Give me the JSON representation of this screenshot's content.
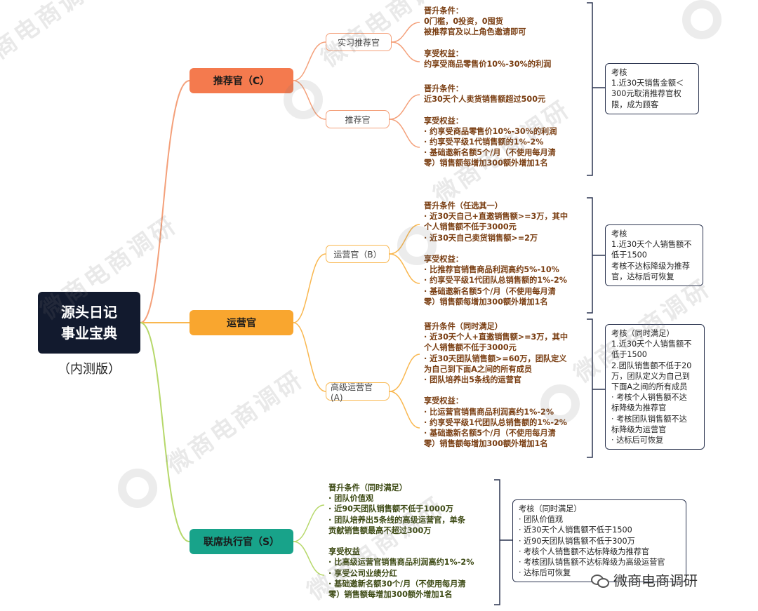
{
  "root": {
    "title_line1": "源头日记",
    "title_line2": "事业宝典",
    "subtitle": "（内测版）"
  },
  "level1": {
    "c": {
      "label": "推荐官（C）",
      "color": "#f47a4e"
    },
    "b": {
      "label": "运营官",
      "color": "#f9a62f"
    },
    "s": {
      "label": "联席执行官（S）",
      "color": "#18a38a"
    }
  },
  "level2": {
    "intern": {
      "label": "实习推荐官"
    },
    "recommender": {
      "label": "推荐官"
    },
    "operator_b": {
      "label": "运营官（B）"
    },
    "senior_a": {
      "label": "高级运营官(A)"
    }
  },
  "details": {
    "intern": [
      "晋升条件：",
      "0门槛，0投资，0囤货",
      "被推荐官及以上角色邀请即可",
      "",
      "享受权益：",
      "约享受商品零售价10%-30%的利润"
    ],
    "recommender": [
      "晋升条件：",
      "近30天个人卖货销售额超过500元",
      "",
      "享受权益：",
      "· 约享受商品零售价10%-30%的利润",
      "· 约享受平级1代销售额的1%-2%",
      "· 基础邀新名额5个/月（不使用每月清",
      "零）销售额每增加300额外增加1名"
    ],
    "operator_b": [
      "晋升条件（任选其一）",
      "· 近30天自己+直邀销售额>=3万，其中",
      "个人销售额不低于3000元",
      "· 近30天自己卖货销售额>=2万",
      "",
      "享受权益：",
      "· 比推荐官销售商品利润高约5%-10%",
      "· 约享受平级1代团队总销售额的1%-2%",
      "· 基础邀新名额5个/月（不使用每月清",
      "零）销售额每增加300额外增加1名"
    ],
    "senior_a": [
      "晋升条件（同时满足）",
      "· 近30天个人+直邀销售额>=3万，其中",
      "个人销售额不低于3000元",
      "· 近30天团队销售额>=60万，团队定义",
      "为自己到下面A之间的所有成员",
      "· 团队培养出5条线的运营官",
      "",
      "享受权益：",
      "· 比运营官销售商品利润高约1%-2%",
      "· 约享受平级1代团队总销售额的1%-2%",
      "· 基础邀新名额5个/月（不使用每月清",
      "零）销售额每增加300额外增加1名"
    ],
    "s": [
      "晋升条件（同时满足）",
      "· 团队价值观",
      "· 近90天团队销售额不低于1000万",
      "· 团队培养出5条线的高级运营官，单条",
      "贡献销售额最高不超过300万",
      "",
      "享受权益",
      "· 比高级运营官销售商品利润高约1%-2%",
      "· 享受公司业绩分红",
      "· 基础邀新名额30个/月（不使用每月清",
      "零）销售额每增加300额外增加1名"
    ]
  },
  "assessments": {
    "c": [
      "考核",
      "1.近30天销售金额＜",
      "300元取消推荐官权",
      "限，成为顾客"
    ],
    "b": [
      "考核",
      "1.近30天个人销售额不",
      "低于1500",
      "考核不达标降级为推荐",
      "官，达标后可恢复"
    ],
    "a": [
      "考核（同时满足）",
      "1.近30天个人销售额不",
      "低于1500",
      "2.团队销售额不低于20",
      "万，团队定义为自己到",
      "下面A之间的所有成员",
      "· 考核个人销售额不达",
      "标降级为推荐官",
      "· 考核团队销售额不达",
      "标降级为运营官",
      "· 达标后可恢复"
    ],
    "s": [
      "考核（同时满足）",
      "· 团队价值观",
      "· 近30天个人销售额不低于1500",
      "· 近90天团队销售额不低于300万",
      "· 考核个人销售额不达标降级为推荐官",
      "· 考核团队销售额不达标降级为高级运营官",
      "· 达标后可恢复"
    ]
  },
  "watermark": {
    "text": "微商电商调研"
  }
}
